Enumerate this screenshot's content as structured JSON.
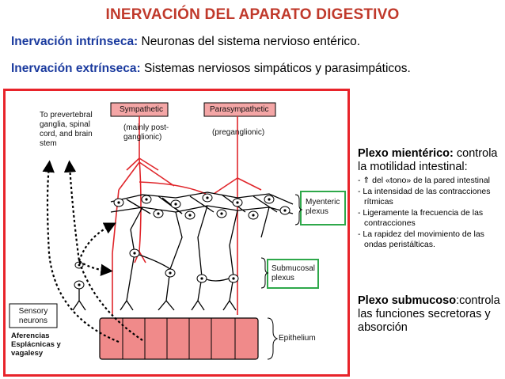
{
  "title": "INERVACIÓN DEL APARATO DIGESTIVO",
  "intrinsic": {
    "label": "Inervación intrínseca:",
    "text": " Neuronas del sistema nervioso entérico."
  },
  "extrinsic": {
    "label": "Inervación extrínseca:",
    "text": " Sistemas nerviosos simpáticos y parasimpáticos."
  },
  "diagram": {
    "prevertebral": [
      "To prevertebral",
      "ganglia, spinal",
      "cord, and brain",
      "stem"
    ],
    "sympathetic": "Sympathetic",
    "sympathetic_note": [
      "(mainly post-",
      "ganglionic)"
    ],
    "parasympathetic": "Parasympathetic",
    "parasympathetic_note": "(preganglionic)",
    "myenteric": [
      "Myenteric",
      "plexus"
    ],
    "submucosal": [
      "Submucosal",
      "plexus"
    ],
    "sensory": [
      "Sensory",
      "neurons"
    ],
    "afferents": [
      "Aferencias",
      "Esplácnicas y",
      "vagalesy"
    ],
    "epithelium": "Epithelium"
  },
  "mienterico": {
    "heading_bold": "Plexo mientérico:",
    "heading_rest": " controla la motilidad intestinal:",
    "items": [
      "- ⇑ del «tono» de la pared intestinal",
      "- La intensidad de las contracciones rítmicas",
      "- Ligeramente la frecuencia de las contracciones",
      "- La rapidez del movimiento de las ondas peristálticas."
    ]
  },
  "submucoso": {
    "heading_bold": "Plexo submucoso",
    "heading_rest": ":controla las funciones secretoras y absorción"
  },
  "colors": {
    "title": "#c0392b",
    "label": "#1a3a9e",
    "frame": "#e8232a",
    "green": "#2ea84a",
    "nerve": "#e0262b"
  }
}
